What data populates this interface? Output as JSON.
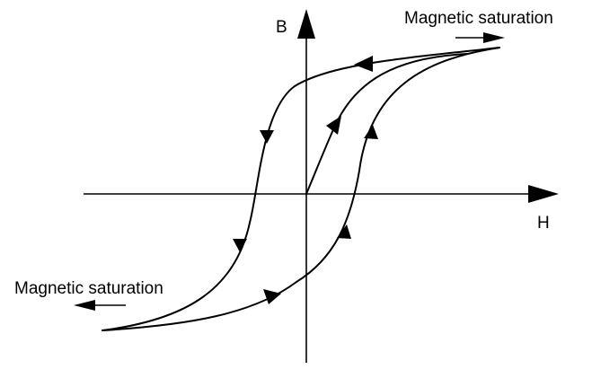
{
  "diagram": {
    "axis_labels": {
      "vertical": "B",
      "horizontal": "H"
    },
    "annotations": {
      "saturation_top": "Magnetic saturation",
      "saturation_bottom": "Magnetic saturation"
    },
    "colors": {
      "ink": "#000000",
      "background": "#ffffff"
    }
  }
}
